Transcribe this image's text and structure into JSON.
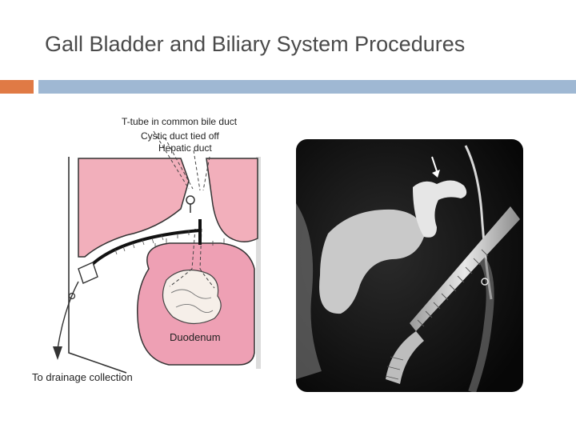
{
  "slide": {
    "title": "Gall Bladder and Biliary System Procedures",
    "accent_color": "#E07A45",
    "bar_color": "#9FB8D3"
  },
  "diagram": {
    "labels": {
      "t_tube": "T-tube in common bile duct",
      "cystic": "Cystic duct tied off",
      "hepatic": "Hepatic duct",
      "duodenum": "Duodenum",
      "drainage": "To drainage collection"
    },
    "colors": {
      "tissue": "#F2AFBB",
      "duodenum_fill": "#EEA0B4",
      "outline": "#333333"
    }
  },
  "xray": {
    "background": "#0f0f0f"
  }
}
